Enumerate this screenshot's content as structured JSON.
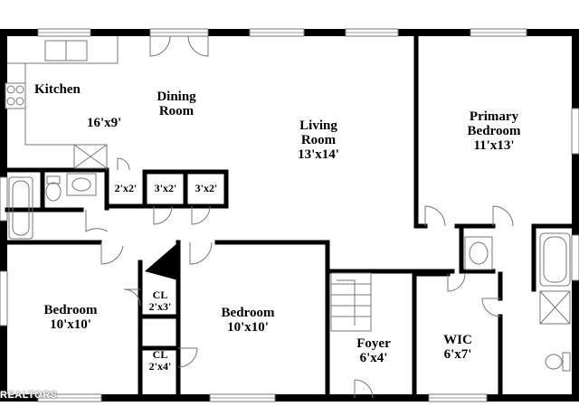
{
  "rooms": {
    "kitchen": {
      "name": "Kitchen"
    },
    "dining": {
      "name_line1": "Dining",
      "name_line2": "Room",
      "size": "16'x9'"
    },
    "living": {
      "name_line1": "Living",
      "name_line2": "Room",
      "size": "13'x14'"
    },
    "primary_bedroom": {
      "name_line1": "Primary",
      "name_line2": "Bedroom",
      "size": "11'x13'"
    },
    "bedroom_left": {
      "name": "Bedroom",
      "size": "10'x10'"
    },
    "bedroom_center": {
      "name": "Bedroom",
      "size": "10'x10'"
    },
    "foyer": {
      "name": "Foyer",
      "size": "6'x4'"
    },
    "wic": {
      "name": "WIC",
      "size": "6'x7'"
    },
    "closet_a": {
      "size": "2'x2'"
    },
    "closet_b": {
      "size": "3'x2'"
    },
    "closet_c": {
      "size": "3'x2'"
    },
    "closet_cl1": {
      "name": "CL",
      "size": "2'x3'"
    },
    "closet_cl2": {
      "name": "CL",
      "size": "2'x4'"
    }
  },
  "watermark": "REALTORS"
}
